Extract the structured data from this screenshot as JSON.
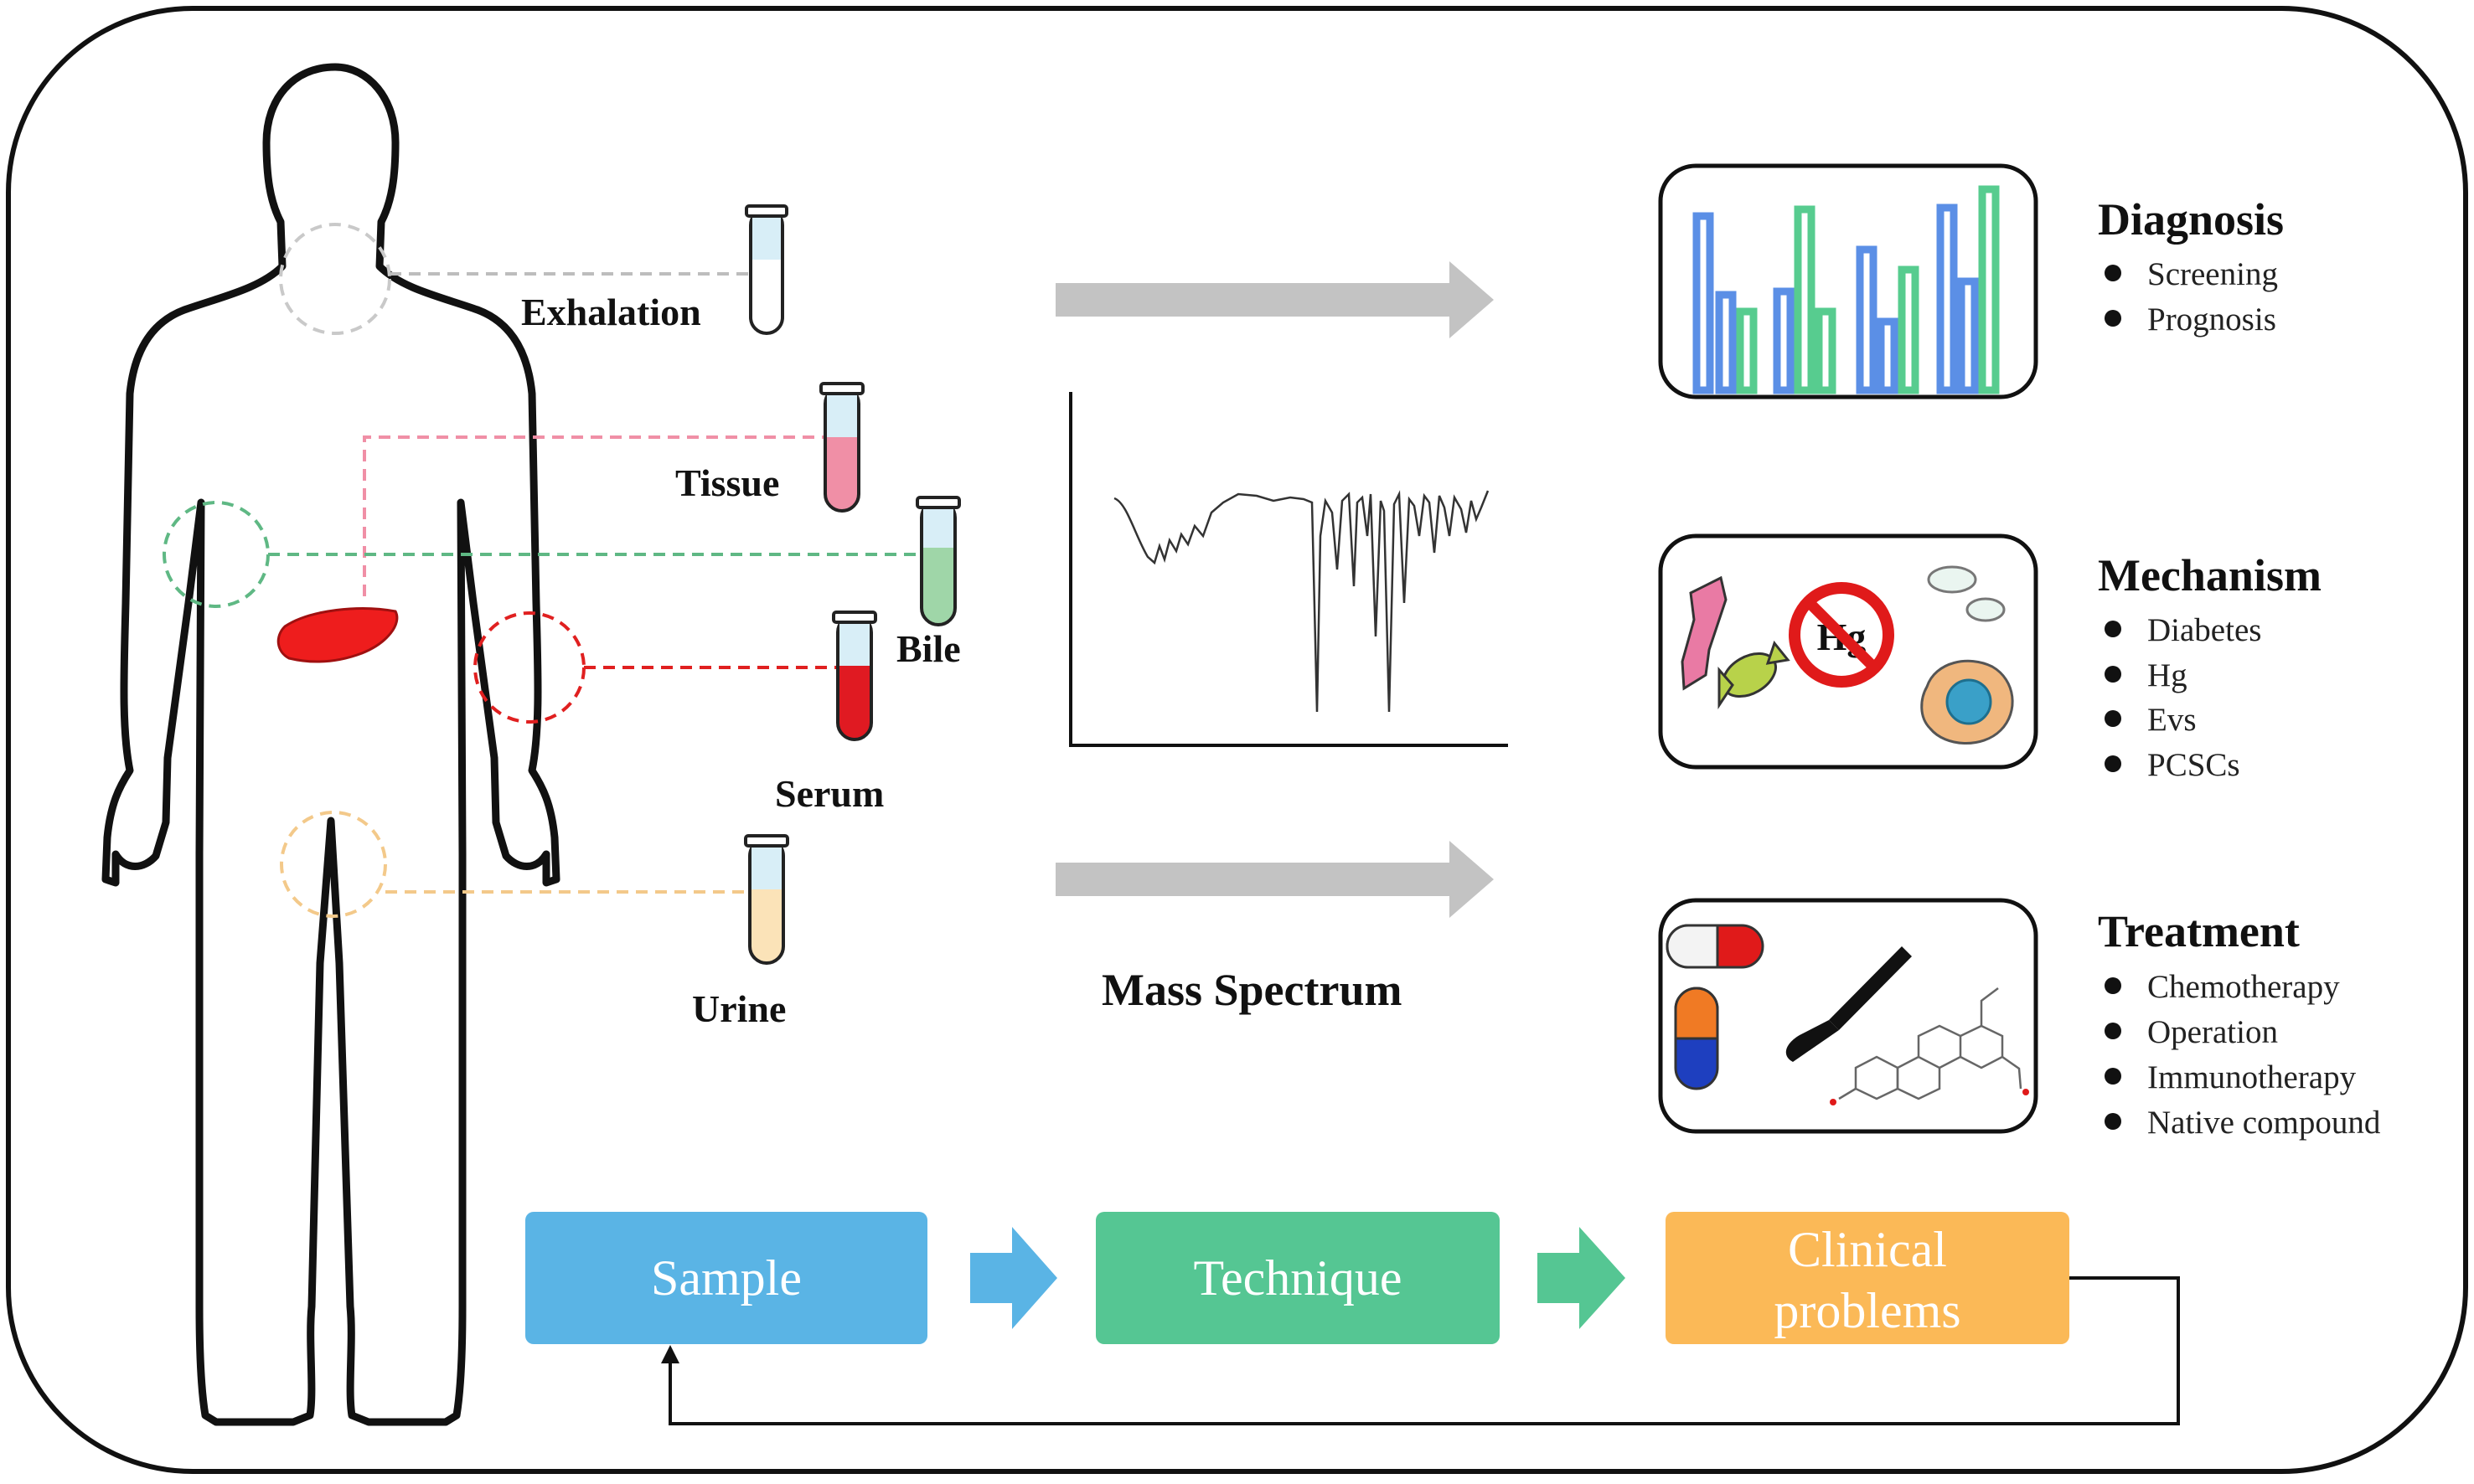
{
  "samples": [
    "Exhalation",
    "Tissue",
    "Bile",
    "Serum",
    "Urine"
  ],
  "technique": {
    "label": "Mass Spectrum"
  },
  "outcomes": [
    {
      "title": "Diagnosis",
      "items": [
        "Screening",
        "Prognosis"
      ]
    },
    {
      "title": "Mechanism",
      "items": [
        "Diabetes",
        "Hg",
        "Evs",
        "PCSCs"
      ]
    },
    {
      "title": "Treatment",
      "items": [
        "Chemotherapy",
        "Operation",
        "Immunotherapy",
        "Native compound"
      ]
    }
  ],
  "hg_sign": "Hg",
  "flow": {
    "sample": "Sample",
    "technique": "Technique",
    "clinical_line1": "Clinical",
    "clinical_line2": "problems"
  },
  "colors": {
    "exhalation": "#bdbdbd",
    "tissue": "#f08fa6",
    "bile": "#5fb884",
    "serum": "#e02020",
    "urine": "#f3c98a",
    "liver": "#ee1d1d",
    "flow_sample": "#5ab4e5",
    "flow_technique": "#55c693",
    "flow_clinical": "#fbb957",
    "arrow_gray": "#c3c3c3",
    "bar_blue": "#5b8fe6",
    "bar_green": "#57cc8f"
  }
}
